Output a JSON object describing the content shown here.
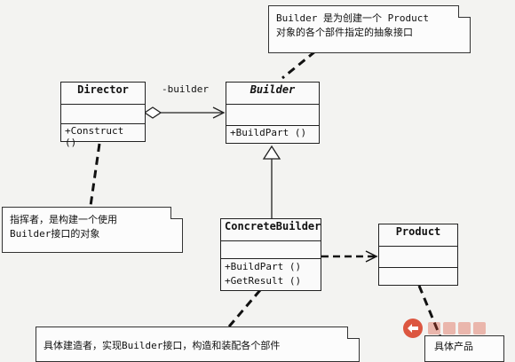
{
  "classes": {
    "director": {
      "name": "Director",
      "operations": [
        "+Construct ()"
      ]
    },
    "builder": {
      "name": "Builder",
      "operations": [
        "+BuildPart ()"
      ]
    },
    "concrete_builder": {
      "name": "ConcreteBuilder",
      "operations": [
        "+BuildPart ()",
        "+GetResult ()"
      ]
    },
    "product": {
      "name": "Product",
      "operations": []
    }
  },
  "associations": {
    "director_builder_role": "-builder"
  },
  "notes": {
    "builder": [
      "Builder 是为创建一个 Product",
      "对象的各个部件指定的抽象接口"
    ],
    "director": [
      "指挥者，是构建一个使用",
      "Builder接口的对象"
    ],
    "concrete_builder": [
      "具体建造者，实现Builder接口，构造和装配各个部件"
    ],
    "product": [
      "具体产品"
    ]
  },
  "watermark": {
    "icon": "cx-logo-icon"
  },
  "colors": {
    "line": "#222222",
    "page": "#f3f3f1",
    "watermark": "#d9452c"
  }
}
